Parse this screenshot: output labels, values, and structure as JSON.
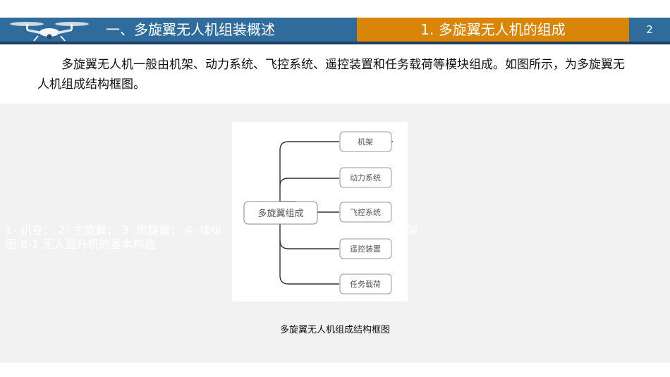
{
  "header": {
    "section_title": "一、多旋翼无人机组装概述",
    "chapter_title": "1. 多旋翼无人机的组成",
    "page_number": "2",
    "colors": {
      "bar": "#2f6c9b",
      "rule": "#1f3f63",
      "accent": "#d98508"
    }
  },
  "body": {
    "paragraph": "多旋翼无人机一般由机架、动力系统、飞控系统、遥控装置和任务载荷等模块组成。如图所示，为多旋翼无人机组成结构框图。"
  },
  "figure": {
    "root": "多旋翼组成",
    "branches": [
      "机架",
      "动力系统",
      "飞控系统",
      "遥控装置",
      "任务载荷"
    ],
    "caption": "多旋翼无人机组成结构框图",
    "background_text_line1": "1- 机身；  2- 主旋翼；  3- 尾旋翼；  4- 操纵",
    "background_text_line2": "图 8-1 无人直升机的基本构造",
    "background_text_end": "架"
  }
}
